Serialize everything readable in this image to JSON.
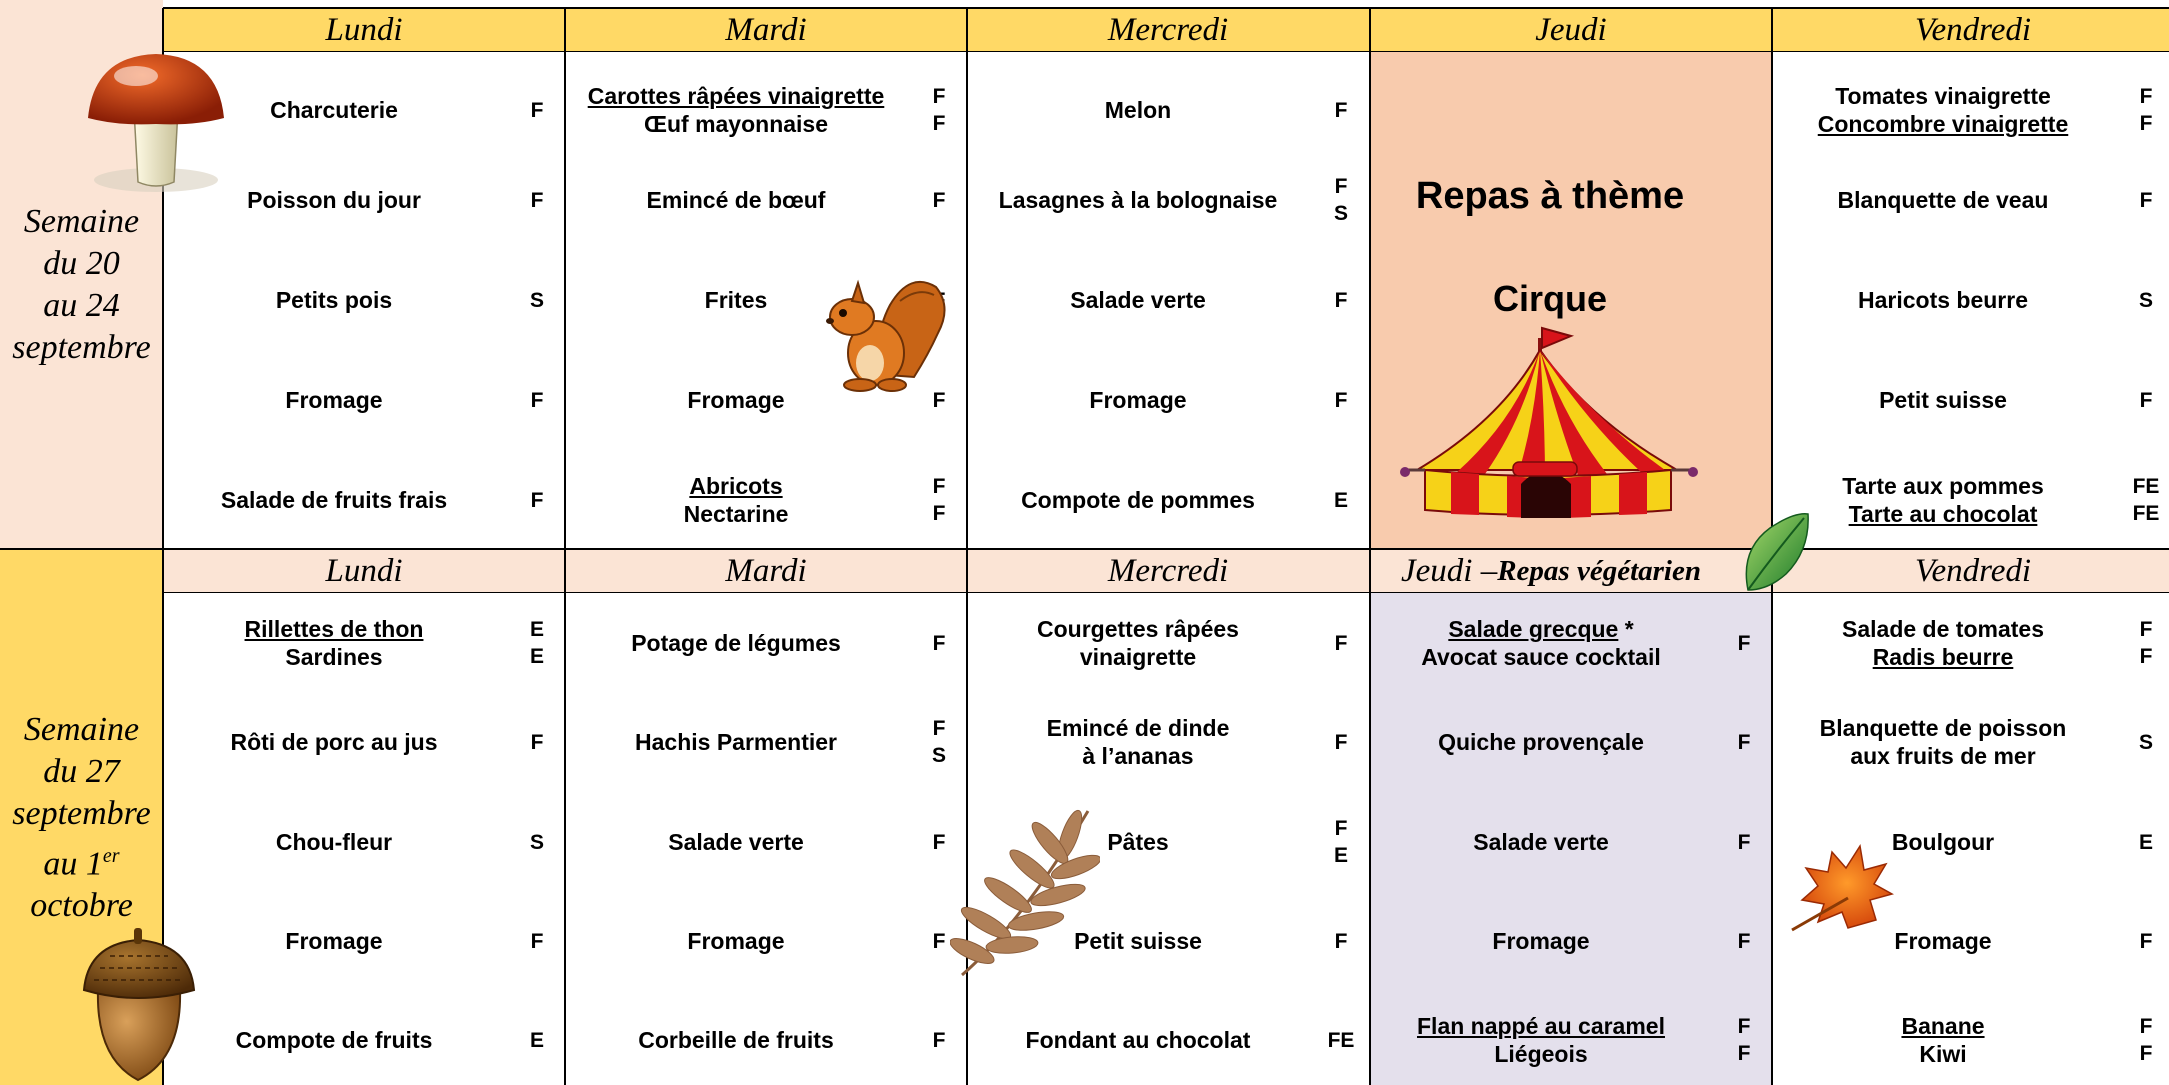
{
  "days": [
    "Lundi",
    "Mardi",
    "Mercredi",
    "Jeudi",
    "Vendredi"
  ],
  "week2_thursday_prefix": "Jeudi – ",
  "week2_thursday_theme": "Repas végétarien",
  "colors": {
    "header_yellow": "#ffd966",
    "header_peach": "#fbe4d5",
    "week1_side": "#fbe4d5",
    "week2_side": "#ffd966",
    "theme_cell": "#f8cbad",
    "vegetarian_cell": "#e4e0ec"
  },
  "icons": [
    "mushroom-icon",
    "squirrel-icon",
    "circus-tent-icon",
    "green-leaf-icon",
    "acorn-icon",
    "brown-leaves-icon",
    "maple-leaf-icon"
  ],
  "weeks": [
    {
      "label": [
        "Semaine",
        "du 20",
        "au 24",
        "septembre"
      ],
      "theme_title": "Repas à thème",
      "theme_subtitle": "Cirque",
      "days": [
        [
          {
            "lines": [
              {
                "t": "Charcuterie"
              }
            ],
            "codes": [
              "F"
            ]
          },
          {
            "lines": [
              {
                "t": "Poisson du jour"
              }
            ],
            "codes": [
              "F"
            ]
          },
          {
            "lines": [
              {
                "t": "Petits pois"
              }
            ],
            "codes": [
              "S"
            ]
          },
          {
            "lines": [
              {
                "t": "Fromage"
              }
            ],
            "codes": [
              "F"
            ]
          },
          {
            "lines": [
              {
                "t": "Salade de fruits frais"
              }
            ],
            "codes": [
              "F"
            ]
          }
        ],
        [
          {
            "lines": [
              {
                "t": "Carottes râpées vinaigrette",
                "u": true
              },
              {
                "t": "Œuf mayonnaise"
              }
            ],
            "codes": [
              "F",
              "F"
            ]
          },
          {
            "lines": [
              {
                "t": "Emincé de bœuf"
              }
            ],
            "codes": [
              "F"
            ]
          },
          {
            "lines": [
              {
                "t": "Frites"
              }
            ],
            "codes": [
              "F"
            ]
          },
          {
            "lines": [
              {
                "t": "Fromage"
              }
            ],
            "codes": [
              "F"
            ]
          },
          {
            "lines": [
              {
                "t": "Abricots",
                "u": true
              },
              {
                "t": "Nectarine"
              }
            ],
            "codes": [
              "F",
              "F"
            ]
          }
        ],
        [
          {
            "lines": [
              {
                "t": "Melon"
              }
            ],
            "codes": [
              "F"
            ]
          },
          {
            "lines": [
              {
                "t": "Lasagnes à la bolognaise"
              }
            ],
            "codes": [
              "F",
              "S"
            ]
          },
          {
            "lines": [
              {
                "t": "Salade verte"
              }
            ],
            "codes": [
              "F"
            ]
          },
          {
            "lines": [
              {
                "t": "Fromage"
              }
            ],
            "codes": [
              "F"
            ]
          },
          {
            "lines": [
              {
                "t": "Compote de pommes"
              }
            ],
            "codes": [
              "E"
            ]
          }
        ],
        [],
        [
          {
            "lines": [
              {
                "t": "Tomates vinaigrette"
              },
              {
                "t": "Concombre vinaigrette",
                "u": true
              }
            ],
            "codes": [
              "F",
              "F"
            ]
          },
          {
            "lines": [
              {
                "t": "Blanquette de veau"
              }
            ],
            "codes": [
              "F"
            ]
          },
          {
            "lines": [
              {
                "t": "Haricots beurre"
              }
            ],
            "codes": [
              "S"
            ]
          },
          {
            "lines": [
              {
                "t": "Petit suisse"
              }
            ],
            "codes": [
              "F"
            ]
          },
          {
            "lines": [
              {
                "t": "Tarte aux pommes"
              },
              {
                "t": "Tarte au chocolat",
                "u": true
              }
            ],
            "codes": [
              "FE",
              "FE"
            ]
          }
        ]
      ]
    },
    {
      "label": [
        "Semaine",
        "du 27",
        "septembre",
        "au 1er",
        "octobre"
      ],
      "days": [
        [
          {
            "lines": [
              {
                "t": "Rillettes de thon",
                "u": true
              },
              {
                "t": "Sardines"
              }
            ],
            "codes": [
              "E",
              "E"
            ]
          },
          {
            "lines": [
              {
                "t": "Rôti de porc au jus"
              }
            ],
            "codes": [
              "F"
            ]
          },
          {
            "lines": [
              {
                "t": "Chou-fleur"
              }
            ],
            "codes": [
              "S"
            ]
          },
          {
            "lines": [
              {
                "t": "Fromage"
              }
            ],
            "codes": [
              "F"
            ]
          },
          {
            "lines": [
              {
                "t": "Compote de fruits"
              }
            ],
            "codes": [
              "E"
            ]
          }
        ],
        [
          {
            "lines": [
              {
                "t": "Potage de légumes"
              }
            ],
            "codes": [
              "F"
            ]
          },
          {
            "lines": [
              {
                "t": "Hachis Parmentier"
              }
            ],
            "codes": [
              "F",
              "S"
            ]
          },
          {
            "lines": [
              {
                "t": "Salade verte"
              }
            ],
            "codes": [
              "F"
            ]
          },
          {
            "lines": [
              {
                "t": "Fromage"
              }
            ],
            "codes": [
              "F"
            ]
          },
          {
            "lines": [
              {
                "t": "Corbeille de fruits"
              }
            ],
            "codes": [
              "F"
            ]
          }
        ],
        [
          {
            "lines": [
              {
                "t": "Courgettes râpées"
              },
              {
                "t": "vinaigrette"
              }
            ],
            "codes": [
              "F"
            ]
          },
          {
            "lines": [
              {
                "t": "Emincé de dinde"
              },
              {
                "t": "à l’ananas"
              }
            ],
            "codes": [
              "F"
            ]
          },
          {
            "lines": [
              {
                "t": "Pâtes"
              }
            ],
            "codes": [
              "F",
              "E"
            ]
          },
          {
            "lines": [
              {
                "t": "Petit suisse"
              }
            ],
            "codes": [
              "F"
            ]
          },
          {
            "lines": [
              {
                "t": "Fondant au chocolat"
              }
            ],
            "codes": [
              "FE"
            ]
          }
        ],
        [
          {
            "lines": [
              {
                "t": "Salade grecque",
                "u": true,
                "suffix": " *"
              },
              {
                "t": "Avocat sauce cocktail"
              }
            ],
            "codes": [
              "F"
            ]
          },
          {
            "lines": [
              {
                "t": "Quiche provençale"
              }
            ],
            "codes": [
              "F"
            ]
          },
          {
            "lines": [
              {
                "t": "Salade verte"
              }
            ],
            "codes": [
              "F"
            ]
          },
          {
            "lines": [
              {
                "t": "Fromage"
              }
            ],
            "codes": [
              "F"
            ]
          },
          {
            "lines": [
              {
                "t": "Flan nappé au caramel",
                "u": true
              },
              {
                "t": "Liégeois"
              }
            ],
            "codes": [
              "F",
              "F"
            ]
          }
        ],
        [
          {
            "lines": [
              {
                "t": "Salade de tomates"
              },
              {
                "t": "Radis beurre",
                "u": true
              }
            ],
            "codes": [
              "F",
              "F"
            ]
          },
          {
            "lines": [
              {
                "t": "Blanquette de poisson"
              },
              {
                "t": "aux fruits de mer"
              }
            ],
            "codes": [
              "S"
            ]
          },
          {
            "lines": [
              {
                "t": "Boulgour"
              }
            ],
            "codes": [
              "E"
            ]
          },
          {
            "lines": [
              {
                "t": "Fromage"
              }
            ],
            "codes": [
              "F"
            ]
          },
          {
            "lines": [
              {
                "t": "Banane",
                "u": true
              },
              {
                "t": "Kiwi"
              }
            ],
            "codes": [
              "F",
              "F"
            ]
          }
        ]
      ]
    }
  ]
}
